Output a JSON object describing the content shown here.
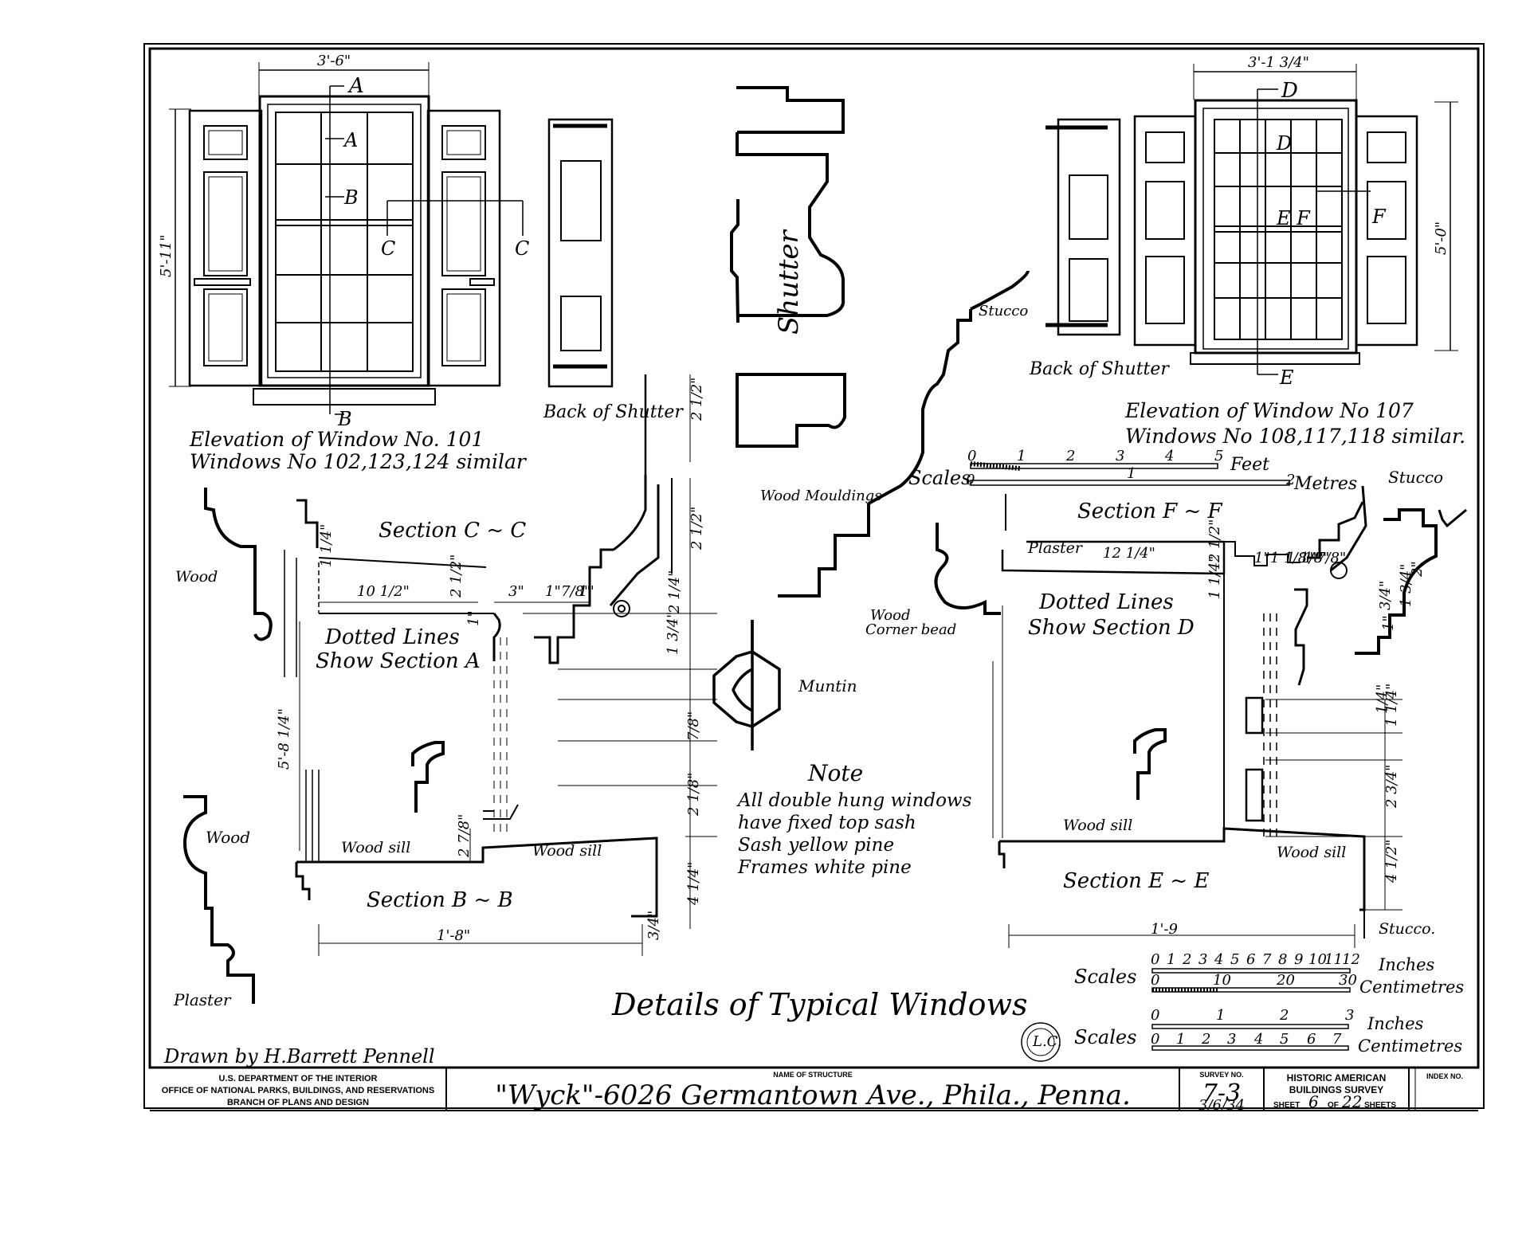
{
  "drawing": {
    "sheet_title": "Details of Typical Windows",
    "drawn_by": "Drawn by H.Barrett Pennell",
    "seal": "L.C.",
    "elevation_101": {
      "title_line1": "Elevation of Window No. 101",
      "title_line2": "Windows No 102,123,124 similar",
      "dim_width": "3'-6\"",
      "dim_height": "5'-11\"",
      "mark_a": "A",
      "mark_b": "B",
      "mark_c": "C"
    },
    "elevation_107": {
      "title_line1": "Elevation of Window No 107",
      "title_line2": "Windows No 108,117,118 similar.",
      "dim_width": "3'-1 3/4\"",
      "dim_height": "5'-0\"",
      "mark_d": "D",
      "mark_e": "E",
      "mark_f": "F",
      "mark_ef": "E F"
    },
    "back_of_shutter_left": "Back of Shutter",
    "back_of_shutter_right": "Back of Shutter",
    "shutter_label": "Shutter",
    "section_cc": {
      "title": "Section C ~ C",
      "dotted_note_line1": "Dotted Lines",
      "dotted_note_line2": "Show Section A",
      "wood": "Wood",
      "dims": [
        "1 1/4\"",
        "10 1/2\"",
        "2 1/2\"",
        "3\"",
        "1\"",
        "7/8\"",
        "1\"",
        "1\"",
        "1 3/4\"",
        "2 1/4\"",
        "2 1/2\"",
        "2 1/2\"",
        "5'-8 1/4\""
      ]
    },
    "section_bb": {
      "title": "Section B ~ B",
      "wood": "Wood",
      "wood_sill_left": "Wood sill",
      "wood_sill_right": "Wood sill",
      "plaster": "Plaster",
      "dims": [
        "2 7/8\"",
        "7/8\"",
        "2 1/8\"",
        "4 1/4\"",
        "3/4\"",
        "1'-8\""
      ]
    },
    "muntin": "Muntin",
    "wood_mouldings": "Wood Mouldings",
    "stucco_top": "Stucco",
    "stucco_mid": "Stucco",
    "stucco_bottom": "Stucco.",
    "note": {
      "heading": "Note",
      "lines": [
        "All double hung windows",
        "have fixed top sash",
        "Sash yellow pine",
        "Frames white pine"
      ]
    },
    "section_ff": {
      "title": "Section F ~ F",
      "plaster": "Plaster",
      "dotted_note_line1": "Dotted Lines",
      "dotted_note_line2": "Show Section D",
      "wood_corner_bead_line1": "Wood",
      "wood_corner_bead_line2": "Corner bead",
      "dims": [
        "12 1/4\"",
        "2 1/2\"",
        "1\"",
        "1 1/8\"",
        "1 1/8\"",
        "1\"",
        "7/8\"",
        "1 1/4\"",
        "2\"",
        "1 3/4\"",
        "3/4\"",
        "1\""
      ]
    },
    "section_ee": {
      "title": "Section E ~ E",
      "wood_sill_left": "Wood sill",
      "wood_sill_right": "Wood sill",
      "dims": [
        "1'-9",
        "1 1/4\"",
        "1/4\"",
        "2 3/4\"",
        "4 1/2\""
      ]
    },
    "scale_feet": {
      "label": "Scales",
      "unit_top": "Feet",
      "unit_bottom": "Metres",
      "ticks_top": [
        "0",
        "1",
        "2",
        "3",
        "4",
        "5"
      ],
      "ticks_bottom": [
        "0",
        "1",
        "2"
      ]
    },
    "scale_inches_large": {
      "label": "Scales",
      "unit_top": "Inches",
      "unit_bottom": "Centimetres",
      "ticks_top": [
        "0",
        "1",
        "2",
        "3",
        "4",
        "5",
        "6",
        "7",
        "8",
        "9",
        "10",
        "11",
        "12"
      ],
      "ticks_bottom": [
        "0",
        "10",
        "20",
        "30"
      ]
    },
    "scale_inches_small": {
      "label": "Scales",
      "unit_top": "Inches",
      "unit_bottom": "Centimetres",
      "ticks_top": [
        "0",
        "1",
        "2",
        "3"
      ],
      "ticks_bottom": [
        "0",
        "1",
        "2",
        "3",
        "4",
        "5",
        "6",
        "7"
      ]
    }
  },
  "title_block": {
    "dept_line1": "U.S. DEPARTMENT OF THE INTERIOR",
    "dept_line2": "OFFICE OF NATIONAL PARKS, BUILDINGS, AND RESERVATIONS",
    "dept_line3": "BRANCH OF PLANS AND DESIGN",
    "name_label": "NAME OF STRUCTURE",
    "structure": "\"Wyck\"-6026 Germantown Ave., Phila., Penna.",
    "survey_label": "SURVEY NO.",
    "survey_no": "7-3",
    "survey_date": "3/6/34",
    "habs_line1": "HISTORIC AMERICAN",
    "habs_line2": "BUILDINGS SURVEY",
    "sheet_word": "SHEET",
    "sheet_no": "6",
    "of_word": "OF",
    "sheet_total": "22",
    "sheets_word": "SHEETS",
    "index_label": "INDEX NO."
  }
}
